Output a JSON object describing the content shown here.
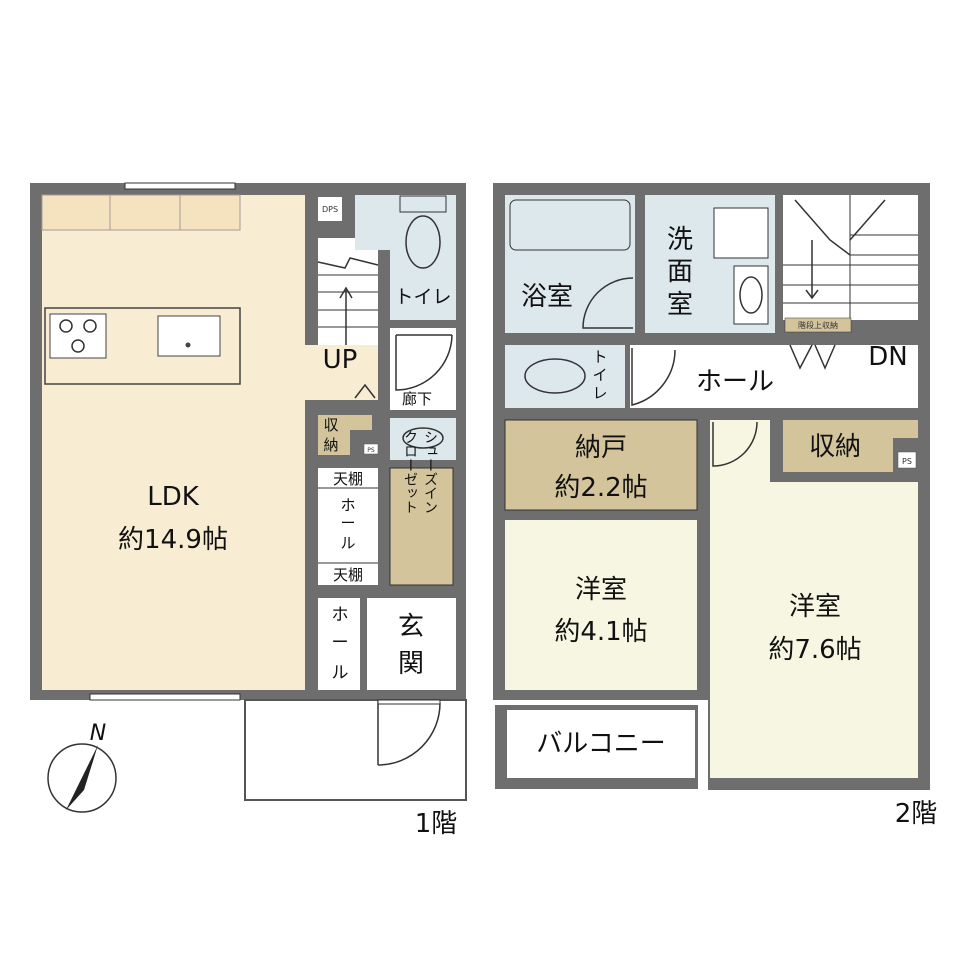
{
  "colors": {
    "wall": "#6e6e6e",
    "ldk": "#f8ecd3",
    "wet": "#dde8ec",
    "storage": "#d3c49c",
    "western": "#f6f6e2",
    "open": "#ffffff"
  },
  "floor1": {
    "label": "1階",
    "ldk": {
      "name": "LDK",
      "size": "約14.9帖"
    },
    "up": "UP",
    "dps": "DPS",
    "toilet": "トイレ",
    "corridor": "廊下",
    "storage": [
      "収",
      "納"
    ],
    "ps": "PS",
    "shelf_top": "天棚",
    "shelf_bottom": "天棚",
    "hall_upper": [
      "ホ",
      "ー",
      "ル"
    ],
    "shoe_closet": [
      "シューズイン",
      "クローゼット"
    ],
    "hall_lower": [
      "ホ",
      "ー",
      "ル"
    ],
    "entrance": [
      "玄",
      "関"
    ],
    "compass": "N"
  },
  "floor2": {
    "label": "2階",
    "bath": "浴室",
    "washroom": [
      "洗",
      "面",
      "室"
    ],
    "toilet": [
      "ト",
      "イ",
      "レ"
    ],
    "hall": "ホール",
    "dn": "DN",
    "stair_storage": "階段上収納",
    "closet_room": {
      "name": "納戸",
      "size": "約2.2帖"
    },
    "storage": "収納",
    "ps": "PS",
    "room_small": {
      "name": "洋室",
      "size": "約4.1帖"
    },
    "room_large": {
      "name": "洋室",
      "size": "約7.6帖"
    },
    "balcony": "バルコニー"
  }
}
